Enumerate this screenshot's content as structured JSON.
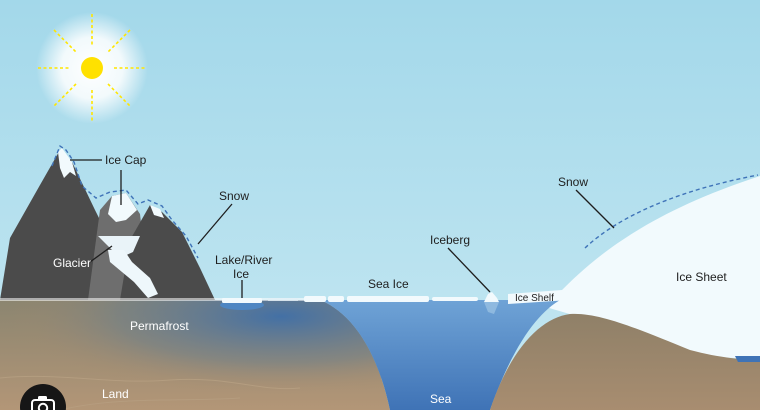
{
  "labels": {
    "ice_cap": "Ice Cap",
    "snow_left": "Snow",
    "snow_right": "Snow",
    "glacier": "Glacier",
    "lake_river_ice_line1": "Lake/River",
    "lake_river_ice_line2": "Ice",
    "sea_ice": "Sea Ice",
    "iceberg": "Iceberg",
    "ice_shelf": "Ice Shelf",
    "ice_sheet": "Ice Sheet",
    "permafrost": "Permafrost",
    "land": "Land",
    "sea": "Sea"
  },
  "icons": {
    "sun": "sun-icon",
    "camera": "camera-icon"
  },
  "colors": {
    "sky": "#a9dcec",
    "sun": "#ffe100",
    "mountain": "#4b4b4b",
    "ice": "#f2fafd",
    "land": "#a98c6e",
    "sea": "#5b8fc8",
    "outline_dash": "#3f73b8"
  }
}
